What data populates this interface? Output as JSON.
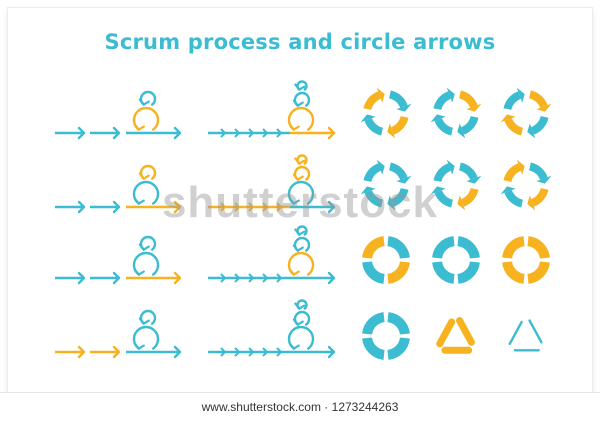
{
  "title": "Scrum process and circle arrows",
  "watermark": "shutterstock",
  "footer_url": "www.shutterstock.com · 1273244263",
  "colors": {
    "teal": "#3bbcd0",
    "orange": "#f6b21f",
    "title": "#3bbcd0"
  },
  "scrum_rows": [
    {
      "short": {
        "chain": "teal",
        "loop": "teal",
        "sprint": "orange",
        "arrow_out": "teal"
      },
      "long": {
        "base": "teal",
        "loop": "teal",
        "sprint": "orange",
        "arrow_out": "orange"
      }
    },
    {
      "short": {
        "chain": "teal",
        "loop": "orange",
        "sprint": "teal",
        "arrow_out": "orange"
      },
      "long": {
        "base": "orange",
        "loop": "orange",
        "sprint": "teal",
        "arrow_out": "teal"
      }
    },
    {
      "short": {
        "chain": "teal",
        "loop": "teal",
        "sprint": "teal",
        "arrow_out": "orange"
      },
      "long": {
        "base": "teal",
        "loop": "teal",
        "sprint": "orange",
        "arrow_out": "teal"
      }
    },
    {
      "short": {
        "chain": "orange",
        "loop": "teal",
        "sprint": "teal",
        "arrow_out": "teal"
      },
      "long": {
        "base": "teal",
        "loop": "teal",
        "sprint": "teal",
        "arrow_out": "teal"
      }
    }
  ],
  "circle_icons": [
    "cycle-arrows-icon",
    "cycle-arrows-icon",
    "cycle-arrows-icon",
    "cycle-arrows-icon",
    "cycle-arrows-icon",
    "cycle-arrows-icon",
    "segmented-ring-icon",
    "segmented-ring-icon",
    "segmented-ring-icon",
    "segmented-ring-icon",
    "recycle-icon",
    "recycle-outline-icon"
  ]
}
